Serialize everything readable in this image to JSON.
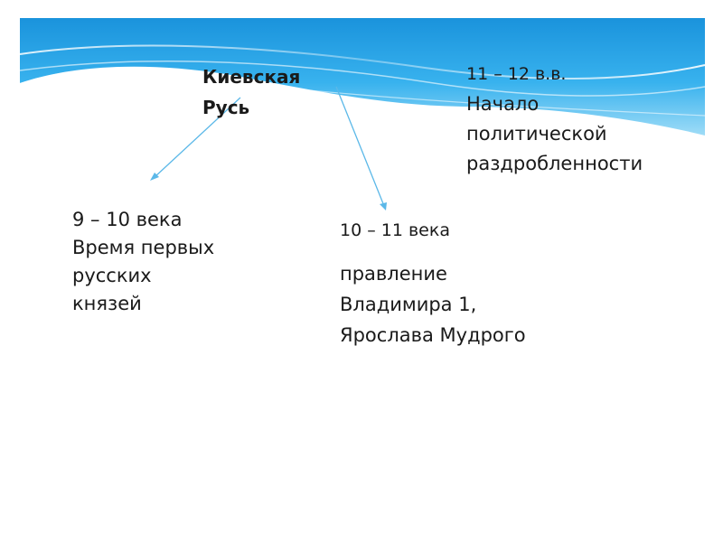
{
  "diagram": {
    "center": {
      "line1": "Киевская",
      "line2": "Русь"
    },
    "period_1": {
      "years": "9 – 10 века",
      "lines": [
        "Время первых",
        "русских",
        "князей"
      ]
    },
    "period_2": {
      "years": "10 – 11 века",
      "lines": [
        "правление",
        "Владимира 1,",
        "Ярослава Мудрого"
      ]
    },
    "period_3": {
      "years": "11 – 12 в.в.",
      "lines": [
        "Начало",
        "политической",
        "раздробленности"
      ]
    }
  },
  "colors": {
    "header_blue": "#1e9fe0",
    "header_light": "#7fd0f5",
    "arrow": "#5bb8e8",
    "text": "#1a1a1a"
  }
}
